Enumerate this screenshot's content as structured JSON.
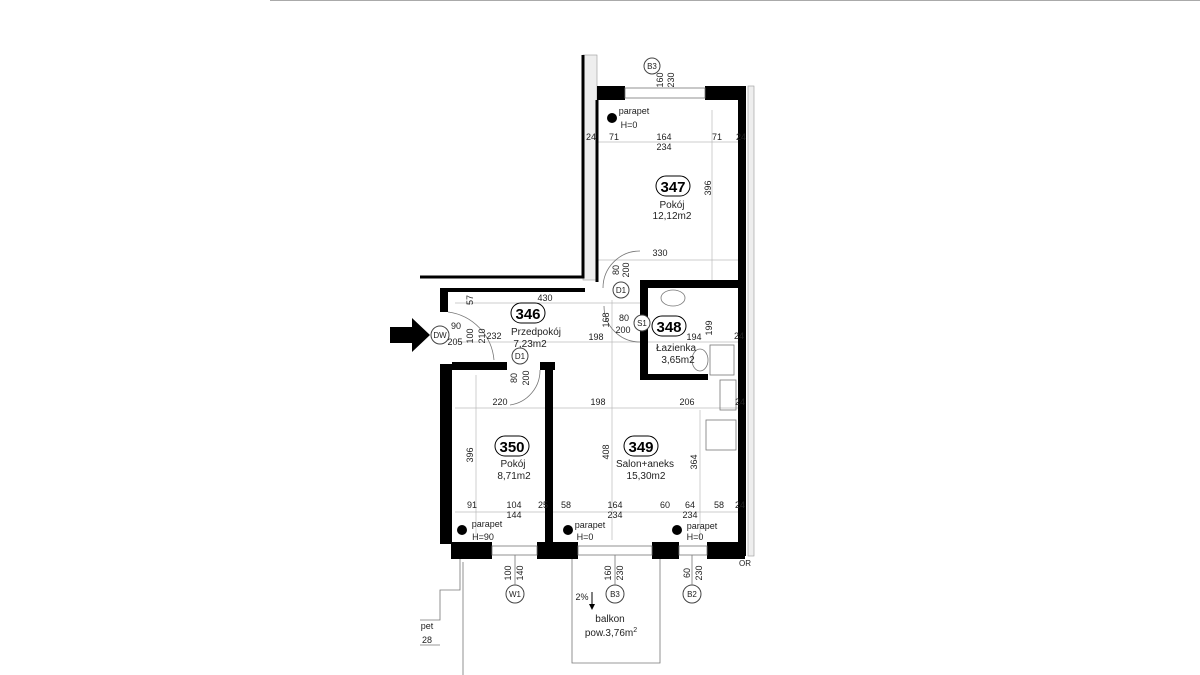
{
  "rooms": [
    {
      "number": "347",
      "name": "Pokój",
      "area": "12,12m2"
    },
    {
      "number": "346",
      "name": "Przedpokój",
      "area": "7,23m2"
    },
    {
      "number": "348",
      "name": "Łazienka",
      "area": "3,65m2"
    },
    {
      "number": "350",
      "name": "Pokój",
      "area": "8,71m2"
    },
    {
      "number": "349",
      "name": "Salon+aneks",
      "area": "15,30m2"
    }
  ],
  "markers": [
    "B3",
    "D1",
    "DW",
    "D1",
    "S1",
    "W1",
    "B3",
    "B2"
  ],
  "parapets": [
    {
      "label": "parapet",
      "height": "H=0"
    },
    {
      "label": "parapet",
      "height": "H=90"
    },
    {
      "label": "parapet",
      "height": "H=0"
    },
    {
      "label": "parapet",
      "height": "H=0"
    }
  ],
  "balcony": {
    "slope": "2%",
    "label": "balkon",
    "area": "pow.3,76m",
    "sup": "2"
  },
  "dims": {
    "top": [
      "160",
      "230",
      "24",
      "71",
      "164",
      "71",
      "24",
      "234",
      "396",
      "330",
      "80",
      "200"
    ],
    "hall": [
      "57",
      "430",
      "232",
      "90",
      "205",
      "100",
      "210",
      "80",
      "200"
    ],
    "bath": [
      "198",
      "80",
      "200",
      "194",
      "199",
      "168",
      "24"
    ],
    "mid": [
      "220",
      "198",
      "206",
      "24",
      "396",
      "408",
      "364"
    ],
    "bottom": [
      "91",
      "104",
      "25",
      "58",
      "164",
      "60",
      "64",
      "58",
      "24",
      "144",
      "234",
      "234"
    ],
    "openings": [
      "100",
      "140",
      "160",
      "230",
      "60",
      "230"
    ]
  },
  "edge": {
    "left_a": "pet",
    "left_b": "28",
    "corner": "OR"
  }
}
